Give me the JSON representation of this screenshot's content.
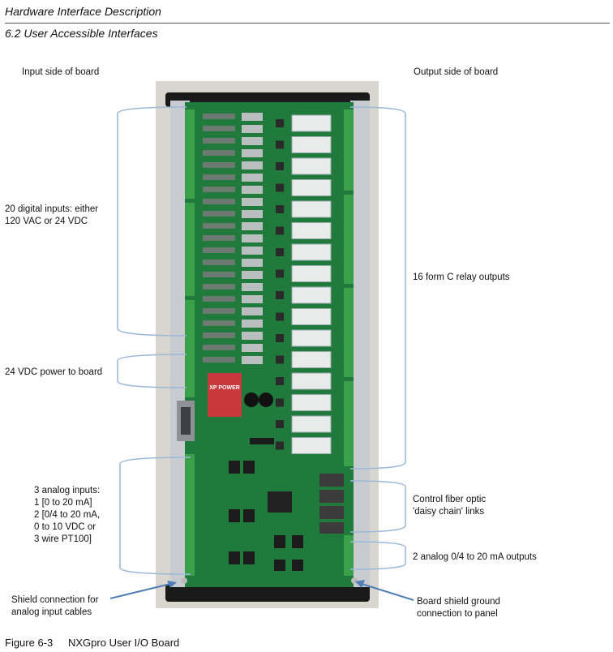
{
  "header": {
    "title": "Hardware Interface Description",
    "subtitle": "6.2 User Accessible Interfaces"
  },
  "labels": {
    "input_side": "Input side of board",
    "output_side": "Output side of board",
    "digital_inputs": [
      "20 digital inputs: either",
      "120 VAC or 24 VDC"
    ],
    "power": "24 VDC power to board",
    "analog_inputs": [
      "3 analog inputs:",
      "1 [0 to 20 mA]",
      "2 [0/4 to 20 mA,",
      "0 to 10 VDC or",
      "3 wire PT100]"
    ],
    "shield_input": [
      "Shield connection for",
      "analog input cables"
    ],
    "relay_outputs": "16 form C relay outputs",
    "fiber": [
      "Control fiber optic",
      "'daisy chain' links"
    ],
    "analog_outputs": "2 analog 0/4 to 20 mA outputs",
    "board_shield": [
      "Board shield ground",
      "connection to panel"
    ]
  },
  "board": {
    "power_module_text": "XP POWER"
  },
  "caption": {
    "number": "Figure 6-3",
    "text": "NXGpro User I/O Board"
  },
  "colors": {
    "pcb": "#1f7a3c",
    "bracket": "#9cb8d8",
    "arrow": "#4f7db5",
    "relay": "#e8ebe9",
    "power_module": "#c8383d"
  }
}
